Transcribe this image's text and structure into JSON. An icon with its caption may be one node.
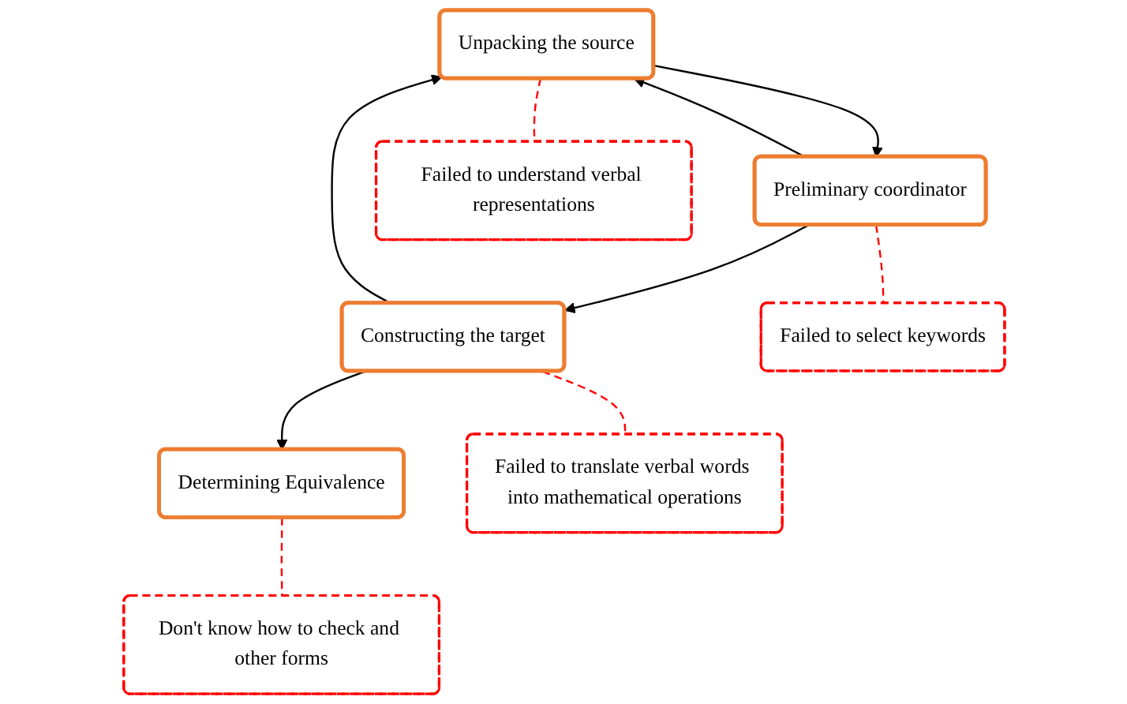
{
  "diagram": {
    "nodes": [
      {
        "text": [
          "Unpacking the source"
        ]
      },
      {
        "text": [
          "Preliminary coordinator"
        ]
      },
      {
        "text": [
          "Constructing the target"
        ]
      },
      {
        "text": [
          "Determining Equivalence"
        ]
      },
      {
        "text": [
          "Failed to understand verbal representations"
        ]
      },
      {
        "text": [
          "Failed to select keywords"
        ]
      },
      {
        "text": [
          "Failed to translate verbal words into mathematical operations"
        ]
      },
      {
        "text": [
          "Don't know how to check and other forms"
        ]
      }
    ],
    "edges": [
      {
        "from": 0,
        "to": 1,
        "arrow": "to"
      },
      {
        "from": 1,
        "to": 0,
        "arrow": "to"
      },
      {
        "from": 1,
        "to": 2,
        "arrow": "to"
      },
      {
        "from": 2,
        "to": 0,
        "arrow": "to"
      },
      {
        "from": 2,
        "to": 3,
        "arrow": "to"
      },
      {
        "from": 0,
        "to": 4,
        "arrow": "none",
        "style": "dashed",
        "color": "#ff0000"
      },
      {
        "from": 1,
        "to": 5,
        "arrow": "none",
        "style": "dashed",
        "color": "#ff0000"
      },
      {
        "from": 2,
        "to": 6,
        "arrow": "none",
        "style": "dashed",
        "color": "#ff0000"
      },
      {
        "from": 3,
        "to": 7,
        "arrow": "none",
        "style": "dashed",
        "color": "#ff0000"
      }
    ]
  }
}
